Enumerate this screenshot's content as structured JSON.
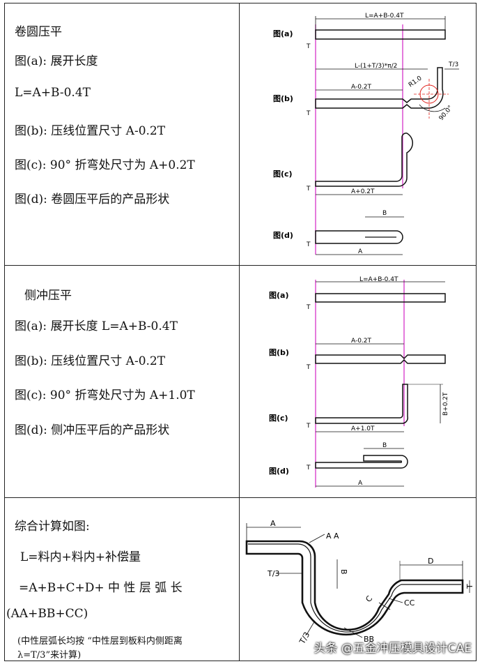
{
  "section1": {
    "title": "卷圆压平",
    "lines": [
      "图(a):  展开长度",
      "L=A+B-0.4T",
      "图(b):  压线位置尺寸   A-0.2T",
      "图(c): 90°  折弯处尺寸为 A+0.2T",
      "图(d):  卷圆压平后的产品形状"
    ],
    "diagram": {
      "fig_a": "图(a)",
      "fig_b": "图(b)",
      "fig_c": "图(c)",
      "fig_d": "图(d)",
      "dim_a": "L=A+B-0.4T",
      "dim_b_top": "L-(1+T/3)*π/2",
      "dim_b_t3": "T/3",
      "dim_b_r": "R1.0",
      "dim_b_angle": "90.0°",
      "dim_b_len": "A-0.2T",
      "dim_c": "A+0.2T",
      "dim_d_b": "B",
      "dim_d_a": "A",
      "t": "T"
    }
  },
  "section2": {
    "title": "侧冲压平",
    "lines": [
      "图(a):  展开长度 L=A+B-0.4T",
      "图(b):  压线位置尺寸   A-0.2T",
      "图(c): 90°  折弯处尺寸为 A+1.0T",
      "图(d):  侧冲压平后的产品形状"
    ],
    "diagram": {
      "fig_a": "图(a)",
      "fig_b": "图(b)",
      "fig_c": "图(c)",
      "fig_d": "图(d)",
      "dim_a": "L=A+B-0.4T",
      "dim_b": "A-0.2T",
      "dim_c_len": "A+1.0T",
      "dim_c_h": "B+0.2T",
      "dim_d_b": "B",
      "dim_d_a": "A",
      "t": "T"
    }
  },
  "section3": {
    "title": "综合计算如图:",
    "line1": "L=料内+料内+补偿量",
    "line2": "=A+B+C+D+   中   性   层   弧   长",
    "line3": "(AA+BB+CC)",
    "note1": "(中性层弧长均按 “中性层到板料内侧距离",
    "note2": "λ=T/3”来计算)",
    "diagram": {
      "a": "A",
      "aa": "A A",
      "b": "B",
      "t3_left": "T/3",
      "c": "C",
      "cc": "CC",
      "bb": "BB",
      "t3_bottom": "T/3",
      "d": "D",
      "t": "T"
    }
  },
  "watermark": "头条 @五金冲压模具设计CAE",
  "colors": {
    "guide": "#d633c8",
    "center": "#e0201a",
    "border": "#222222"
  }
}
